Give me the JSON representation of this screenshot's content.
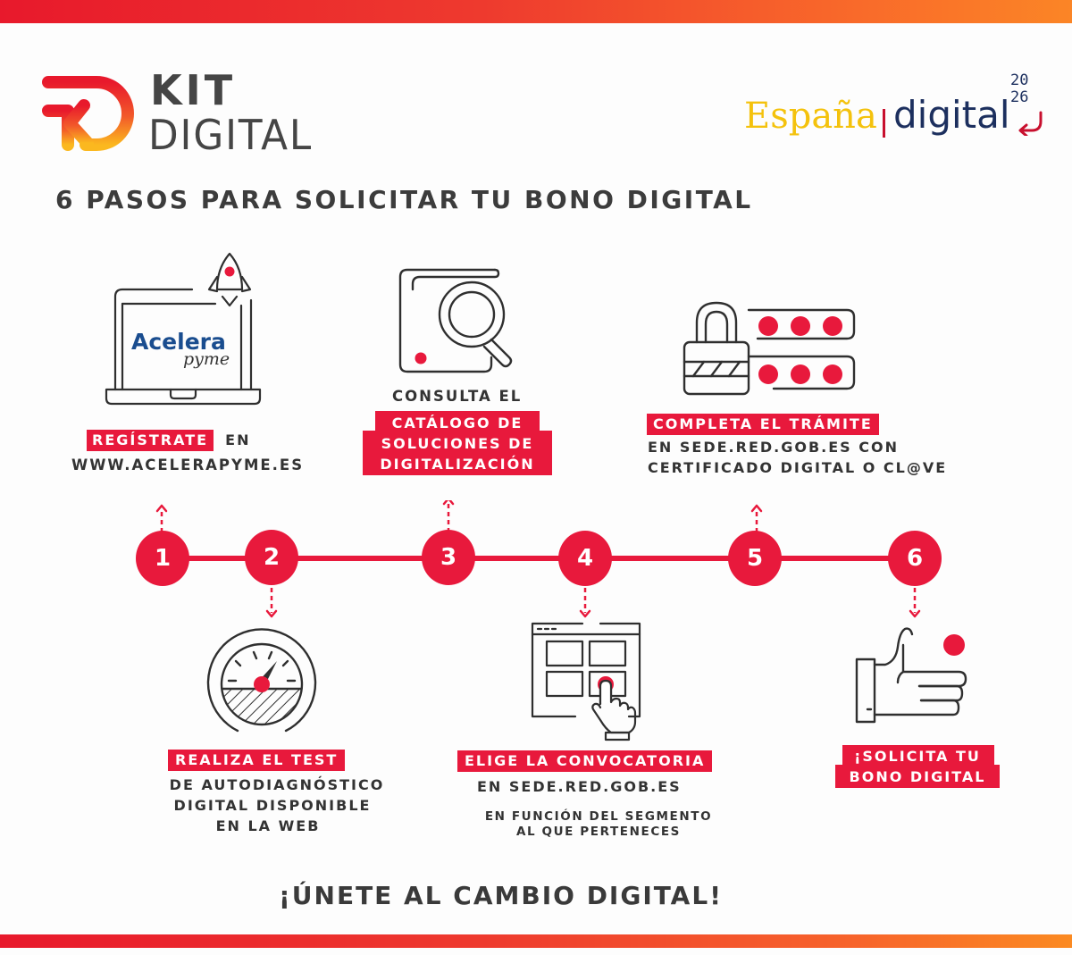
{
  "brand": {
    "kit_line1": "KIT",
    "kit_line2": "DIGITAL",
    "espana": "España",
    "digital": "digital",
    "year_top": "20",
    "year_bottom": "26"
  },
  "colors": {
    "accent_red": "#e8193c",
    "gradient_start": "#e8192c",
    "gradient_end": "#fb8526",
    "text_dark": "#3a3a3a",
    "espana_yellow": "#f4c20d",
    "digital_navy": "#1c2f5e"
  },
  "headline": "6 PASOS PARA SOLICITAR TU BONO DIGITAL",
  "steps": [
    {
      "number": "1",
      "icon": "laptop-rocket-icon",
      "screen_brand": "Acelera",
      "screen_sub": "pyme",
      "highlight": "REGÍSTRATE",
      "after_highlight": "EN",
      "lines": [
        "WWW.ACELERAPYME.ES"
      ]
    },
    {
      "number": "2",
      "icon": "gauge-icon",
      "highlight": "REALIZA EL TEST",
      "lines": [
        "DE AUTODIAGNÓSTICO",
        "DIGITAL DISPONIBLE",
        "EN LA WEB"
      ]
    },
    {
      "number": "3",
      "icon": "catalog-search-icon",
      "pre": "CONSULTA EL",
      "highlight_lines": [
        "CATÁLOGO DE",
        "SOLUCIONES DE",
        "DIGITALIZACIÓN"
      ]
    },
    {
      "number": "4",
      "icon": "browser-click-icon",
      "highlight": "ELIGE LA CONVOCATORIA",
      "lines": [
        "EN SEDE.RED.GOB.ES"
      ],
      "small_lines": [
        "EN FUNCIÓN DEL SEGMENTO",
        "AL QUE PERTENECES"
      ]
    },
    {
      "number": "5",
      "icon": "padlock-password-icon",
      "highlight": "COMPLETA EL TRÁMITE",
      "lines": [
        "EN SEDE.RED.GOB.ES CON",
        "CERTIFICADO DIGITAL O CL@VE"
      ]
    },
    {
      "number": "6",
      "icon": "thumbs-up-icon",
      "highlight_lines": [
        "¡SOLICITA TU",
        "BONO DIGITAL"
      ]
    }
  ],
  "footer": "¡ÚNETE AL CAMBIO DIGITAL!"
}
